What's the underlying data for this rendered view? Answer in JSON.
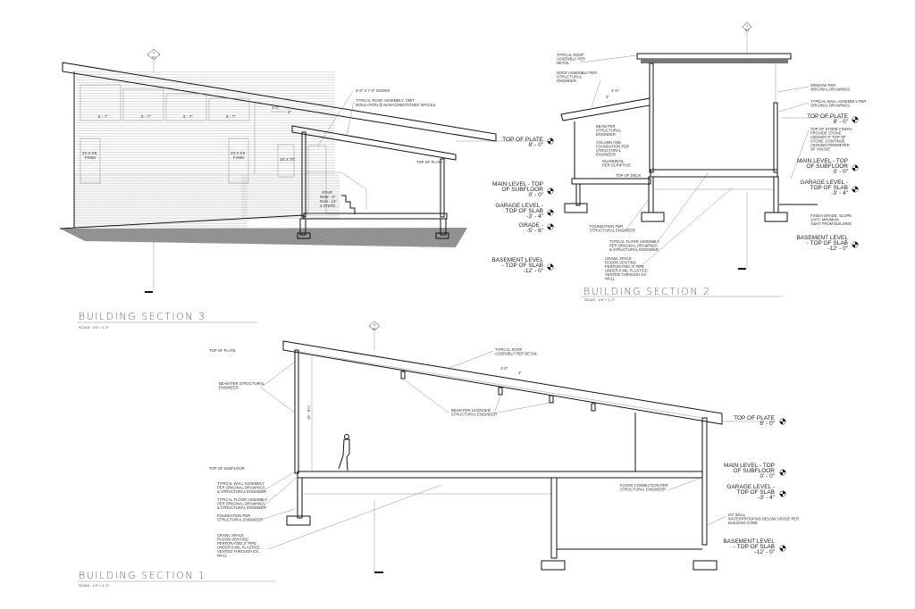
{
  "sections": {
    "s3": {
      "title": "BUILDING SECTION 3",
      "scale": "SCALE : 1/4\" = 1'-0\"",
      "marker_num": "2",
      "marker_sheet": "A7"
    },
    "s2": {
      "title": "BUILDING SECTION 2",
      "scale": "SCALE : 1/4\" = 1'-0\"",
      "marker_num": "1",
      "marker_sheet": "A2"
    },
    "s1": {
      "title": "BUILDING SECTION 1",
      "scale": "SCALE : 1/4\" = 1'-0\"",
      "marker_num": "3",
      "marker_sheet": "A7"
    }
  },
  "levels": {
    "top_plate": [
      "TOP OF PLATE",
      "8' - 0\""
    ],
    "main_level": [
      "MAIN LEVEL - TOP",
      "OF SUBFLOOR",
      "0' - 0\""
    ],
    "garage_level": [
      "GARAGE LEVEL -",
      "TOP OF SLAB",
      "-3' - 4\""
    ],
    "grade": [
      "GRADE -",
      "-5' - 6\""
    ],
    "basement_level": [
      "BASEMENT LEVEL",
      "- TOP OF SLAB",
      "-12' - 0\""
    ]
  },
  "s3_notes": {
    "doors": "3'-0\" X 7'-0\" DOORS",
    "roof": [
      "TYPICAL ROOF ASSEMBLY. OMIT",
      "INSULATION @ NON-CONDITIONED SPACES"
    ],
    "top_plate_small": "TOP OF PLATE",
    "stair": [
      "STAIR",
      "RISE - 8\"",
      "RUN - 12\"",
      "3 STEPS"
    ],
    "slope_run": "1'-0\"",
    "slope_rise": "3\"",
    "window_dims": [
      "5' - 7\"",
      "5' - 7\"",
      "5' - 7\"",
      "5' - 7\""
    ],
    "window_left": [
      "3'0 X 6'8",
      "FIXED"
    ],
    "window_mid": [
      "3'0 X 6'8",
      "FIXED"
    ],
    "door_right": "3/0 X 7/0"
  },
  "s2_notes": {
    "roof_detail": [
      "TYPICAL ROOF",
      "ASSEMBLY PER",
      "DETAIL"
    ],
    "roof_struct": [
      "ROOF ASSEMBLY PER",
      "STRUCTURAL",
      "ENGINEER"
    ],
    "beam": [
      "BEAM PER",
      "STRUCTURAL",
      "ENGINEER"
    ],
    "column": [
      "COLUMN AND",
      "FOUNDATION PER",
      "STRUCTURAL",
      "ENGINEER"
    ],
    "guardrail": [
      "GUARDRAIL",
      "PER SCRIPTIVE"
    ],
    "top_deck": "TOP OF DECK",
    "foundation": [
      "FOUNDATION PER",
      "STRUCTURAL ENGINEER"
    ],
    "floor": [
      "TYPICAL FLOOR ASSEMBLY",
      "PER ORIGINAL DRAWINGS",
      "& STRUCTURAL ENGINEER"
    ],
    "crawl": [
      "CRAWL SPACE",
      "RADON VENTING",
      "PERFORATED 3\" PIPE",
      "UNDER 6 MIL PLASTICE",
      "VENTED THROUGH EX.",
      "WALL"
    ],
    "window": [
      "WINDOW PER",
      "ORIGINAL DRAWINGS"
    ],
    "wall": [
      "TYPICAL WALL ASSEMBLY PER",
      "ORIGINAL DRAWINGS"
    ],
    "stone": [
      "TOP OF STONE FINISH,",
      "PROVIDE STONE",
      "LEDGER AT TOP OF",
      "STONE. CONTINUE",
      "AROUND PERIMETER",
      "OF HOUSE"
    ],
    "grade": [
      "FINISH GRADE, SLOPE",
      "1/4\"/1' MINIMUM",
      "AWAY FROM BUILDING"
    ],
    "slope_run": "1'-0\"",
    "slope_rise": "3\""
  },
  "s1_notes": {
    "top_plate": "TOP OF PLATE",
    "beam": [
      "BEAM PER STRUCTURAL",
      "ENGINEER"
    ],
    "top_subfloor": "TOP OF SUBFLOOR",
    "wall": [
      "TYPICAL WALL ASSEMBLY",
      "PER ORIGINAL DRAWINGS",
      "& STRUCTURAL ENGINEER"
    ],
    "floor": [
      "TYPICAL FLOOR ASSEMBLY",
      "PER ORIGINAL DRAWINGS",
      "& STRUCTURAL ENGINEER"
    ],
    "foundation": [
      "FOUNDATION PER",
      "STRUCTURAL ENGINEER"
    ],
    "crawl": [
      "CRAWL SPACE",
      "RADON VENTING",
      "PERFORATED 3\" PIPE",
      "UNDER 6 MIL PLASTICE",
      "VENTED THROUGH EX.",
      "WALL"
    ],
    "roof": [
      "TYPICAL ROOF",
      "ASSEMBLY PER DETAIL"
    ],
    "beam_licensed": [
      "BEAM PER LICENSED",
      "STRUCTURAL ENGINEER"
    ],
    "floor_conn": [
      "FLOOR CONNECTION PER",
      "STRUCTURAL ENGINEER"
    ],
    "icf": [
      "ICF WALL",
      "WATERPROOFING BELOW GRADE PER",
      "BUILDING CODE"
    ],
    "height_dim": "15' - 8¼\"",
    "slope_run": "1'-0\"",
    "slope_rise": "3\""
  }
}
